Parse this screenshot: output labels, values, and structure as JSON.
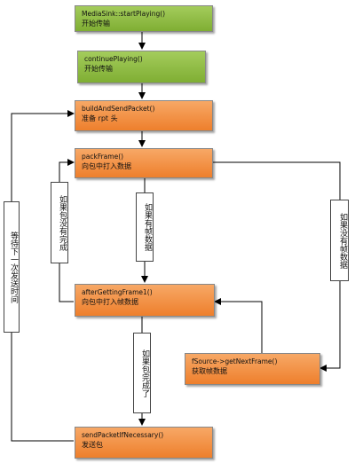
{
  "nodes": {
    "start_playing": {
      "line1": "MediaSink::startPlaying()",
      "line2": "开始传输",
      "color": "#8db842"
    },
    "continue_playing": {
      "line1": "continuePlaying()",
      "line2": "开始传输",
      "color": "#8db842"
    },
    "build_and_send": {
      "line1": "buildAndSendPacket()",
      "line2": "准备 rpt 头",
      "color": "#f28a3a"
    },
    "pack_frame": {
      "line1": "packFrame()",
      "line2": "向包中打入数据",
      "color": "#f28a3a"
    },
    "after_getting_frame": {
      "line1": "afterGettingFrame1()",
      "line2": "向包中打入帧数据",
      "color": "#f28a3a"
    },
    "get_next_frame": {
      "line1": "fSource->getNextFrame()",
      "line2": "获取帧数据",
      "color": "#f28a3a"
    },
    "send_packet": {
      "line1": "sendPacketIfNecessary()",
      "line2": "发送包",
      "color": "#f28a3a"
    }
  },
  "labels": {
    "wait_next": "等待下一次发送时间",
    "packet_incomplete": "如果包没有完成",
    "has_frame_data": "如果有帧数据",
    "no_frame_data": "如果没有帧数据",
    "packet_complete": "如果包完成了"
  }
}
